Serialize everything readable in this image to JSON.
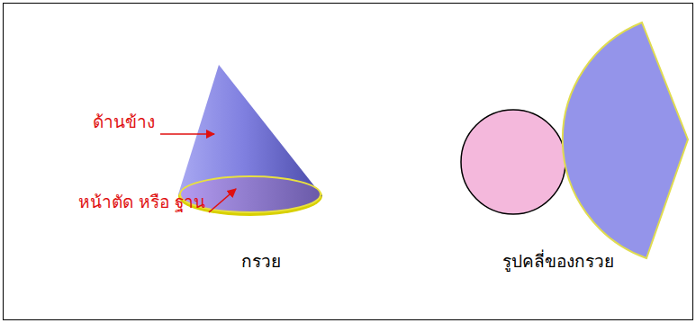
{
  "diagram": {
    "labels": [
      "ด้านข้าง",
      "หน้าตัด หรือ ฐาน",
      "กรวย",
      "รูปคลี่ของกรวย"
    ]
  }
}
